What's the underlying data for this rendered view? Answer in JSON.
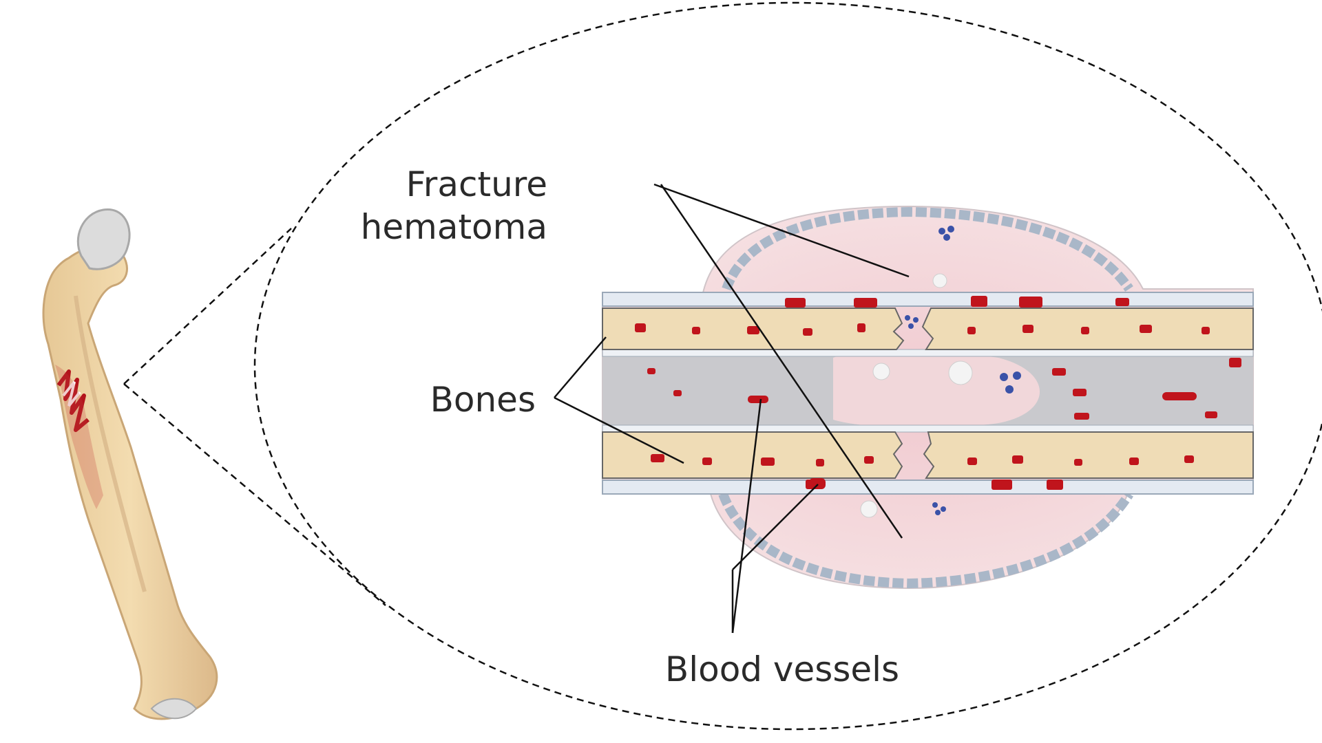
{
  "labels": {
    "fracture_line1": "Fracture",
    "fracture_line2": "hematoma",
    "bones": "Bones",
    "blood_vessels": "Blood vessels"
  },
  "colors": {
    "bone": "#efdcb6",
    "bone_shadow": "#d9b98a",
    "marrow": "#c8c8cc",
    "hematoma": "#f3d9dc",
    "blood": "#c0141c",
    "cell_blue": "#3a52a8",
    "outline": "#222222"
  }
}
